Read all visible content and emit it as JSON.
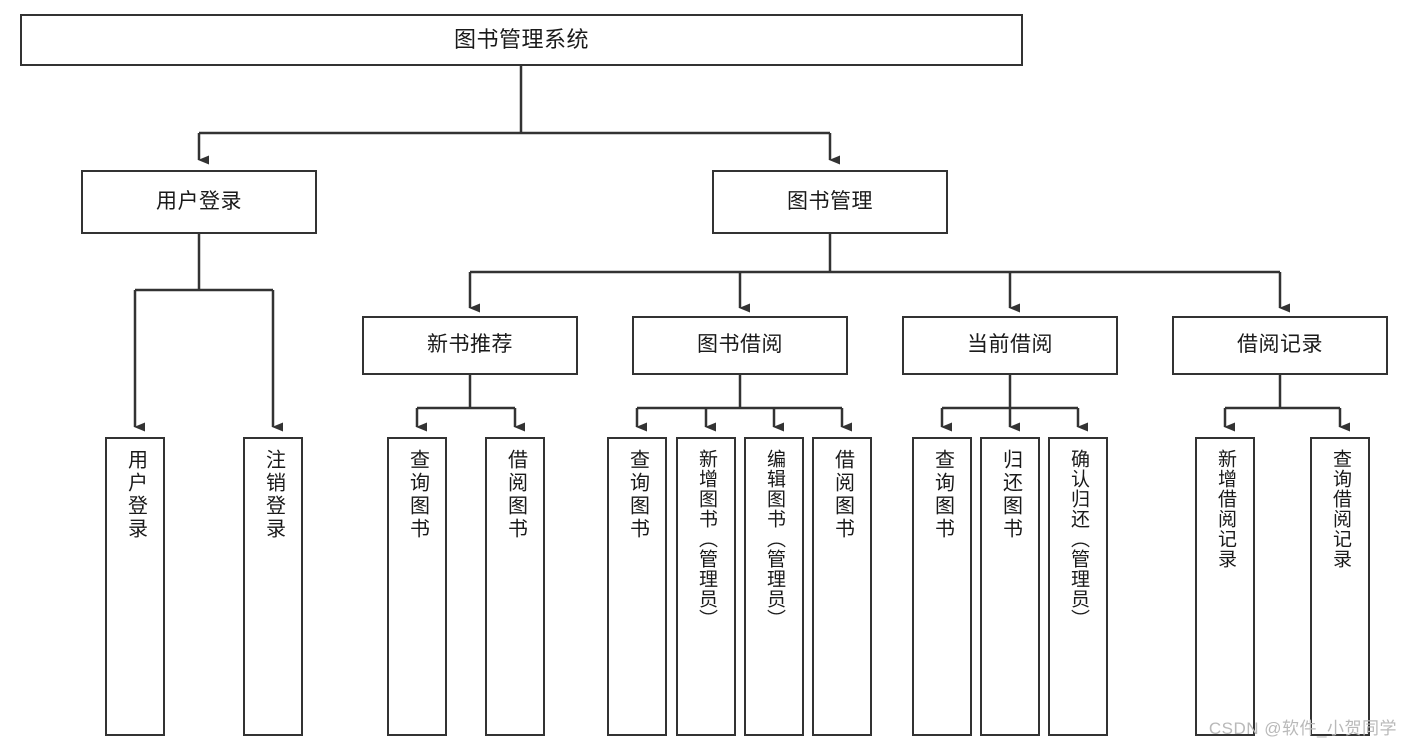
{
  "diagram": {
    "title": "图书管理系统",
    "type": "hierarchy-tree",
    "watermark": "CSDN @软件_小贺同学",
    "colors": {
      "background": "#ffffff",
      "box_border": "#333333",
      "box_fill": "#ffffff",
      "connector": "#333333",
      "text": "#1a1a1a",
      "watermark": "#b9b9b9"
    },
    "root": {
      "label": "图书管理系统"
    },
    "level1": [
      {
        "label": "用户登录"
      },
      {
        "label": "图书管理"
      }
    ],
    "level2": [
      {
        "label": "新书推荐"
      },
      {
        "label": "图书借阅"
      },
      {
        "label": "当前借阅"
      },
      {
        "label": "借阅记录"
      }
    ],
    "leaves": {
      "user_login": [
        {
          "label": "用户登录"
        },
        {
          "label": "注销登录"
        }
      ],
      "new_book_recommend": [
        {
          "label": "查询图书"
        },
        {
          "label": "借阅图书"
        }
      ],
      "book_borrow": [
        {
          "label": "查询图书"
        },
        {
          "label": "新增图书（管理员）"
        },
        {
          "label": "编辑图书（管理员）"
        },
        {
          "label": "借阅图书"
        }
      ],
      "current_borrow": [
        {
          "label": "查询图书"
        },
        {
          "label": "归还图书"
        },
        {
          "label": "确认归还（管理员）"
        }
      ],
      "borrow_record": [
        {
          "label": "新增借阅记录"
        },
        {
          "label": "查询借阅记录"
        }
      ]
    }
  }
}
